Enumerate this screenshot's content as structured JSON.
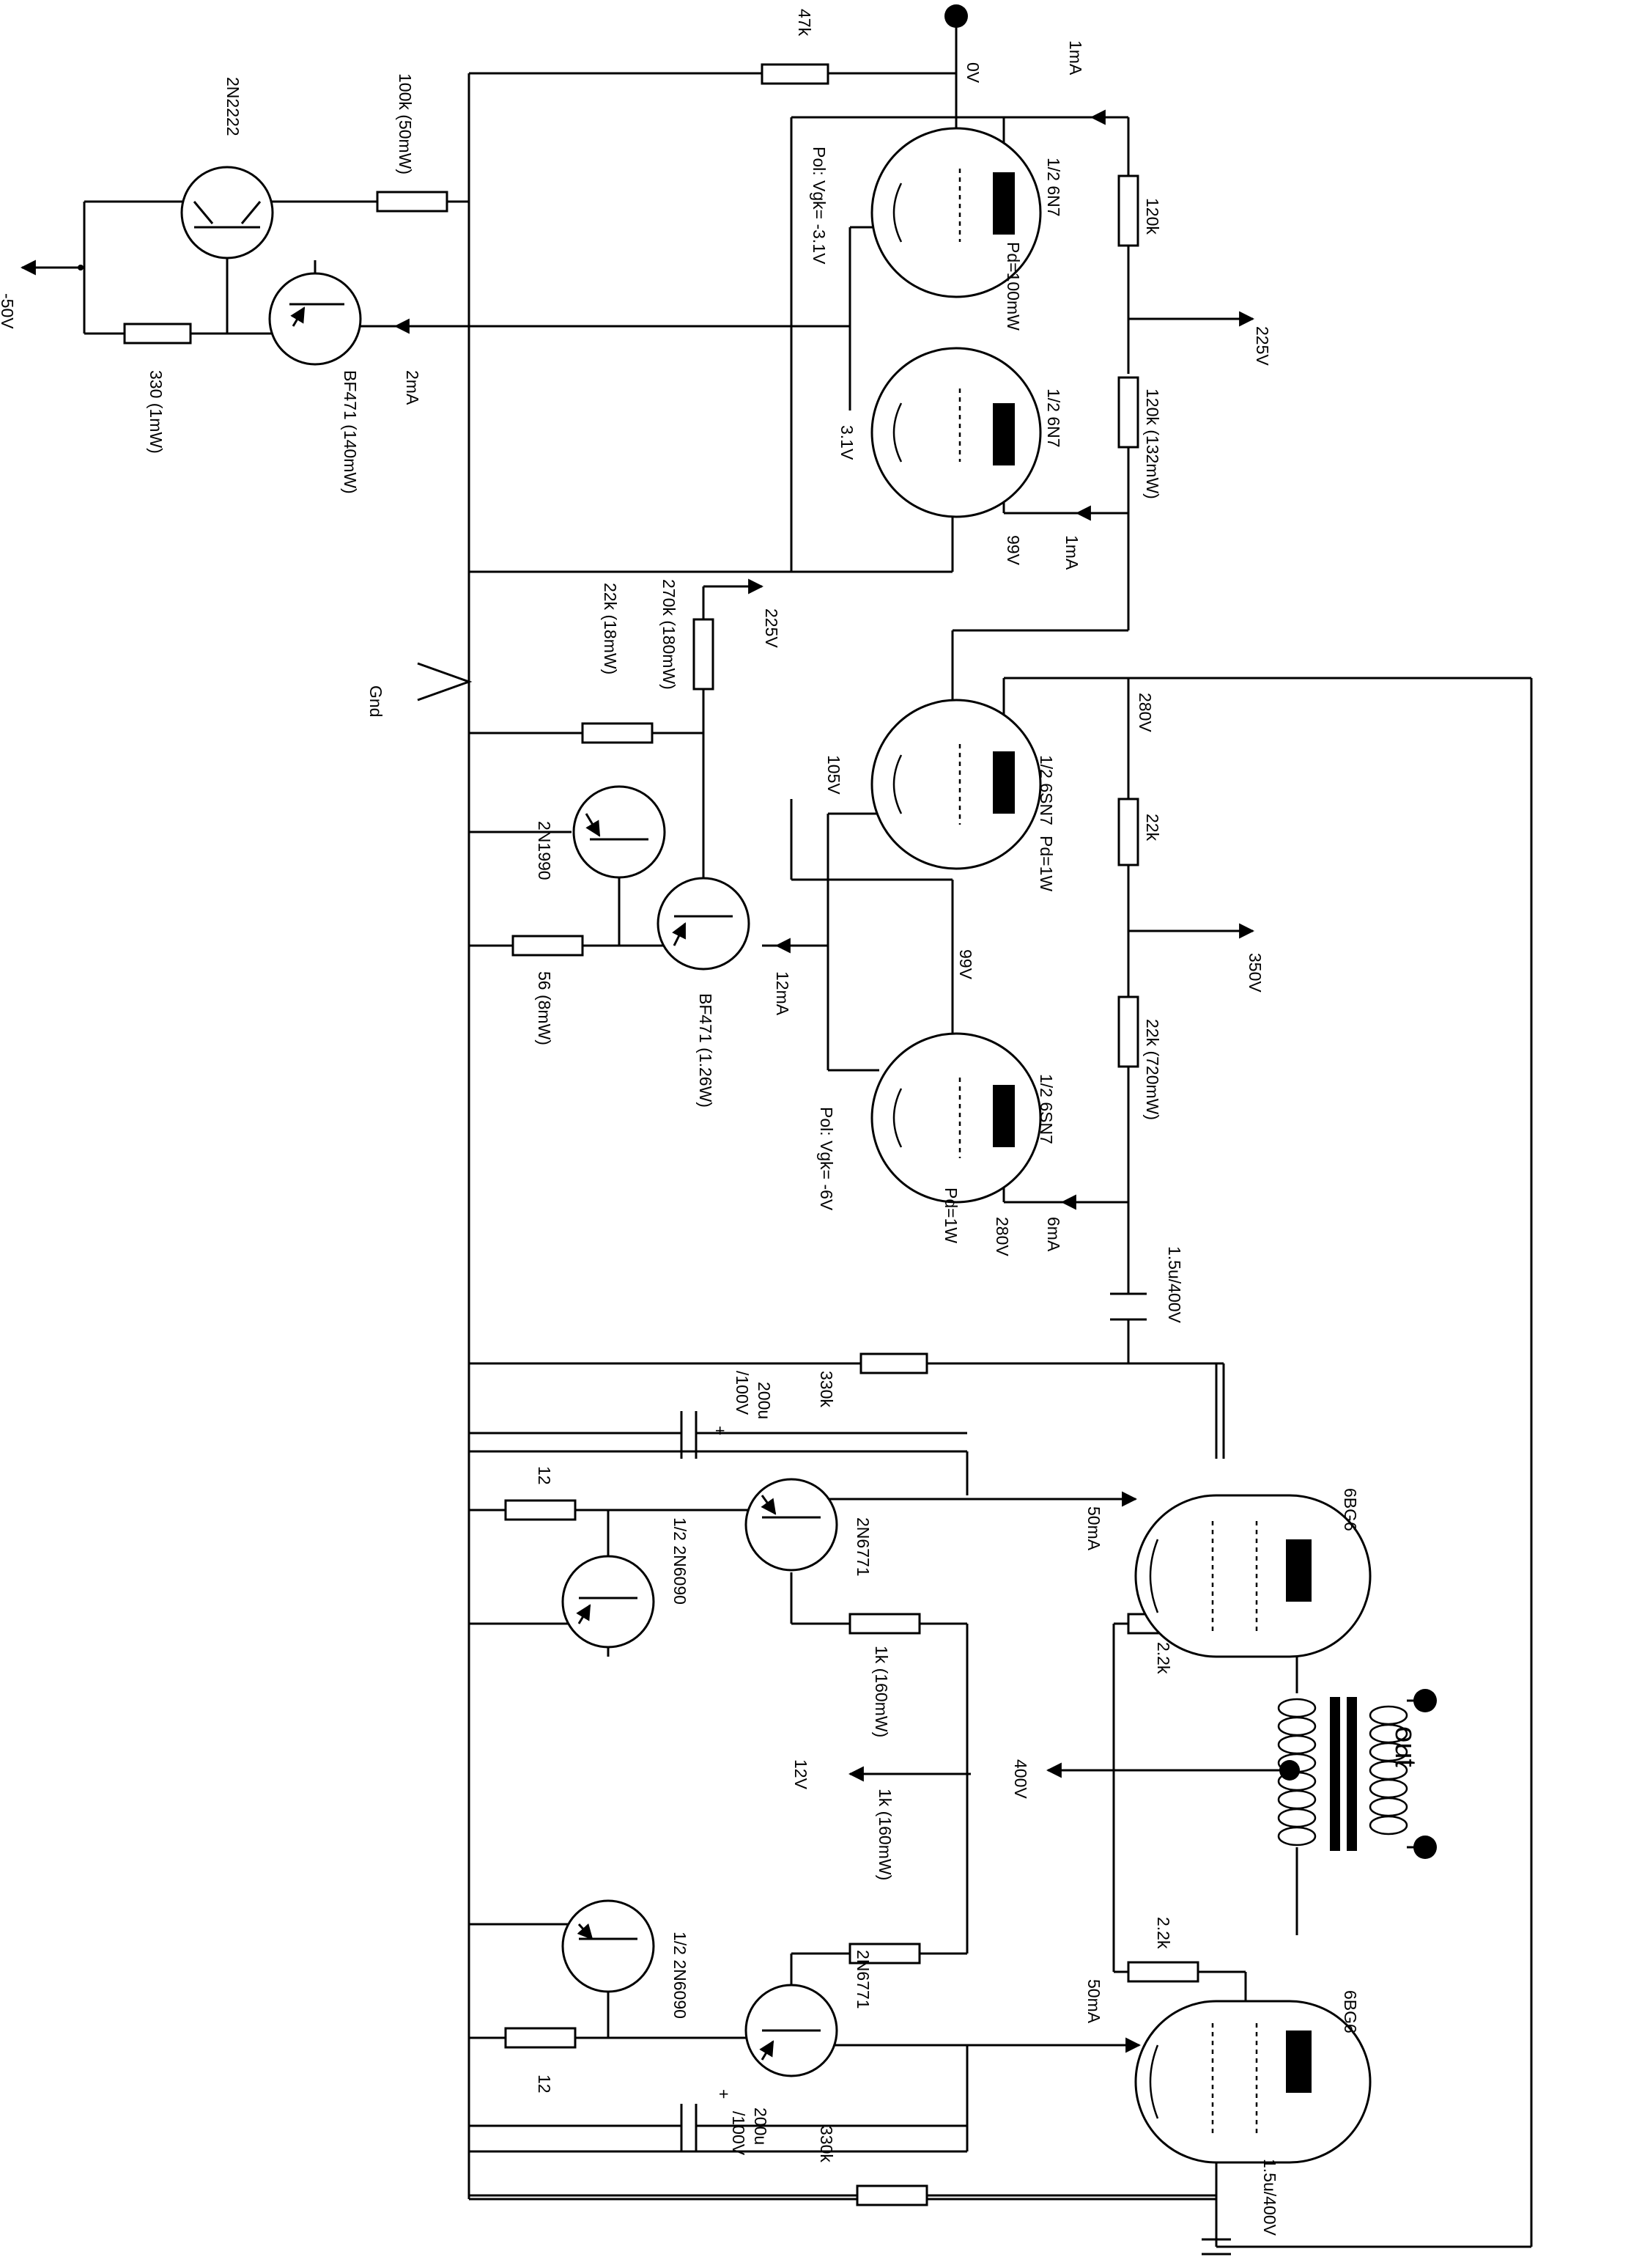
{
  "labels": {
    "r47k": "47k",
    "top_0v": "0V",
    "top_1ma": "1mA",
    "r100k": "100k (50mW)",
    "q_2n2222": "2N2222",
    "neg50v": "-50V",
    "r330": "330 (1mW)",
    "q_bf471a": "BF471 (140mW)",
    "cur_2ma": "2mA",
    "pol1": "Pol: Vgk= -3.1V",
    "v31": "3.1V",
    "tube_6n7a": "1/2 6N7",
    "tube_6n7b": "1/2 6N7",
    "pd100": "Pd=100mW",
    "r120k_a": "120k",
    "r120k_b": "120k (132mW)",
    "v225_right": "225V",
    "v99_a": "99V",
    "cur_1ma_b": "1mA",
    "r270k": "270k (180mW)",
    "v225_mid": "225V",
    "r22k_18": "22k (18mW)",
    "gnd": "Gnd",
    "q_2n1990": "2N1990",
    "r56": "56 (8mW)",
    "q_bf471b": "BF471 (1.26W)",
    "cur_12ma": "12mA",
    "v105": "105V",
    "tube_6sn7a": "1/2 6SN7",
    "pd1w_a": "Pd=1W",
    "v280_top": "280V",
    "r22k": "22k",
    "v350": "350V",
    "r22k_720": "22k (720mW)",
    "v99_b": "99V",
    "tube_6sn7b": "1/2 6SN7",
    "pol2": "Pol: Vgk= -6V",
    "pd1w_b": "Pd=1W",
    "v280_b": "280V",
    "cur_6ma": "6mA",
    "c15_a": "1.5u/400V",
    "r330k_a": "330k",
    "c200_a1": "200u",
    "c200_a2": "/100V",
    "plus_a": "+",
    "r12_a": "12",
    "q_2n6090a": "1/2 2N6090",
    "q_2n6771a": "2N6771",
    "cur_50ma_a": "50mA",
    "tube_6bg6a": "6BG6",
    "r2k2_a": "2.2k",
    "r1k_a": "1k (160mW)",
    "r1k_b": "1k (160mW)",
    "v12": "12V",
    "v400": "400V",
    "out": "out",
    "r2k2_b": "2.2k",
    "cur_50ma_b": "50mA",
    "tube_6bg6b": "6BG6",
    "q_2n6090b": "1/2 2N6090",
    "q_2n6771b": "2N6771",
    "r12_b": "12",
    "plus_b": "+",
    "c200_b1": "200u",
    "c200_b2": "/100V",
    "r330k_b": "330k",
    "c15_b": "1.5u/400V"
  }
}
